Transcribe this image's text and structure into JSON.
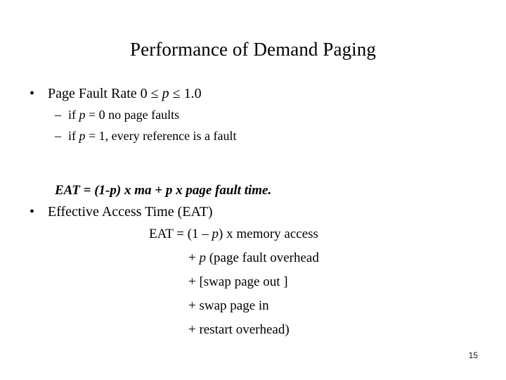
{
  "slide": {
    "title": "Performance of Demand Paging",
    "page_number": "15",
    "background_color": "#ffffff",
    "text_color": "#000000",
    "bullet_marker": "•",
    "dash_marker": "–"
  },
  "content": {
    "bullet_1": {
      "prefix": "Page Fault Rate 0 ",
      "le_1": "≤",
      "var_p_1": "p",
      "le_2": "≤",
      "suffix": " 1.0",
      "full_text": "Page Fault Rate 0 ≤ p ≤ 1.0"
    },
    "sub_bullets": [
      {
        "lead": "if ",
        "var": "p",
        "tail": " = 0 no page faults",
        "full_text": "if p = 0 no page faults"
      },
      {
        "lead": "if ",
        "var": "p",
        "tail": " = 1, every reference is a fault",
        "full_text": "if p = 1, every reference is a fault"
      }
    ],
    "formula_bold": "EAT = (1-p) x ma + p x page fault time.",
    "bullet_2": "Effective Access Time (EAT)",
    "equation_lines": [
      {
        "lead": "EAT = (1 – ",
        "var": "p",
        "tail": ") x memory access",
        "full_text": "EAT = (1 – p) x memory access",
        "indent": "1"
      },
      {
        "lead": "+ ",
        "var": "p",
        "tail": " (page fault overhead",
        "full_text": "+ p (page fault overhead",
        "indent": "2"
      },
      {
        "lead": "+ [swap page out ]",
        "var": "",
        "tail": "",
        "full_text": "+ [swap page out ]",
        "indent": "2"
      },
      {
        "lead": "+ swap page in",
        "var": "",
        "tail": "",
        "full_text": "+ swap page in",
        "indent": "2"
      },
      {
        "lead": "+ restart overhead)",
        "var": "",
        "tail": "",
        "full_text": "+ restart overhead)",
        "indent": "2"
      }
    ]
  }
}
